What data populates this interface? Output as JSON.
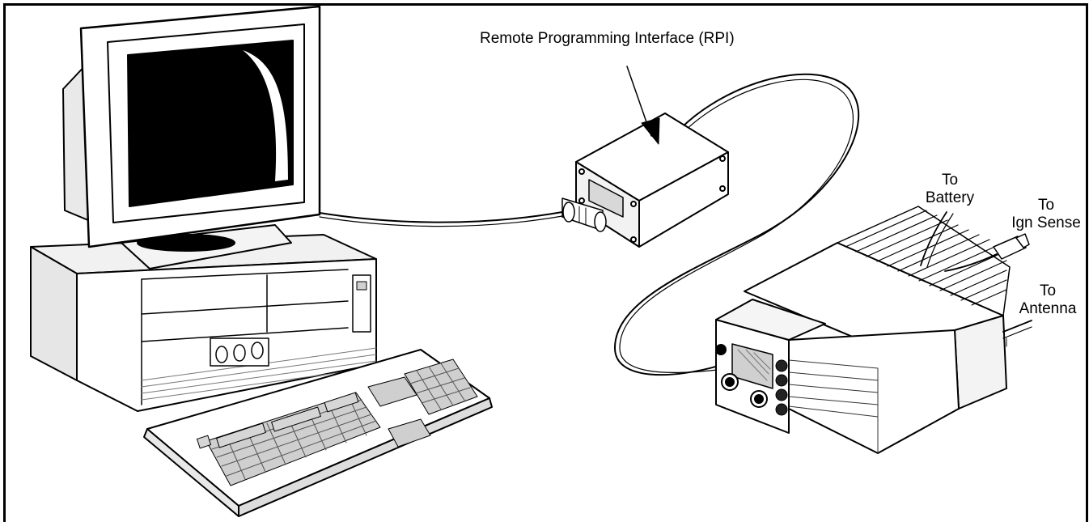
{
  "labels": {
    "rpi": "Remote Programming Interface (RPI)",
    "battery_to": "To",
    "battery": "Battery",
    "ign_to": "To",
    "ign": "Ign Sense",
    "antenna_to": "To",
    "antenna": "Antenna"
  }
}
